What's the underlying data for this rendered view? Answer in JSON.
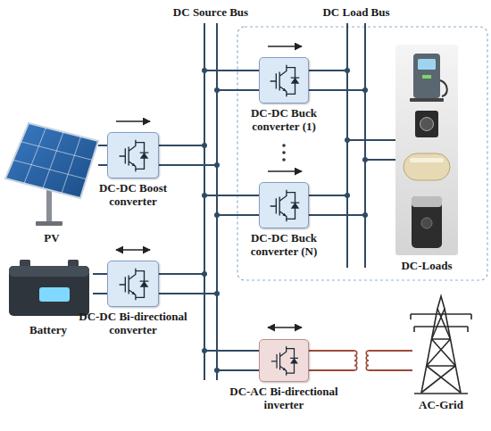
{
  "diagram": {
    "nodes": [
      {
        "text": [
          "DC Source Bus"
        ]
      },
      {
        "text": [
          "DC Load Bus"
        ]
      },
      {
        "text": [
          "PV"
        ]
      },
      {
        "text": [
          "DC-DC Boost converter"
        ]
      },
      {
        "text": [
          "DC-DC Buck converter (1)"
        ]
      },
      {
        "text": [
          "DC-DC Buck converter (N)"
        ]
      },
      {
        "text": [
          "DC-Loads"
        ]
      },
      {
        "text": [
          "Battery"
        ]
      },
      {
        "text": [
          "DC-DC Bi-directional converter"
        ]
      },
      {
        "text": [
          "DC-AC Bi-directional inverter"
        ]
      },
      {
        "text": [
          "AC-Grid"
        ]
      }
    ],
    "edges": [
      {
        "from": 2,
        "to": 3,
        "arrow": "none"
      },
      {
        "from": 3,
        "to": 0,
        "arrow": "none"
      },
      {
        "from": 0,
        "to": 4,
        "arrow": "none"
      },
      {
        "from": 4,
        "to": 1,
        "arrow": "none"
      },
      {
        "from": 0,
        "to": 5,
        "arrow": "none"
      },
      {
        "from": 5,
        "to": 1,
        "arrow": "none"
      },
      {
        "from": 1,
        "to": 6,
        "arrow": "none"
      },
      {
        "from": 7,
        "to": 8,
        "arrow": "none"
      },
      {
        "from": 8,
        "to": 0,
        "arrow": "none"
      },
      {
        "from": 0,
        "to": 9,
        "arrow": "none"
      },
      {
        "from": 9,
        "to": 10,
        "arrow": "none"
      }
    ]
  }
}
